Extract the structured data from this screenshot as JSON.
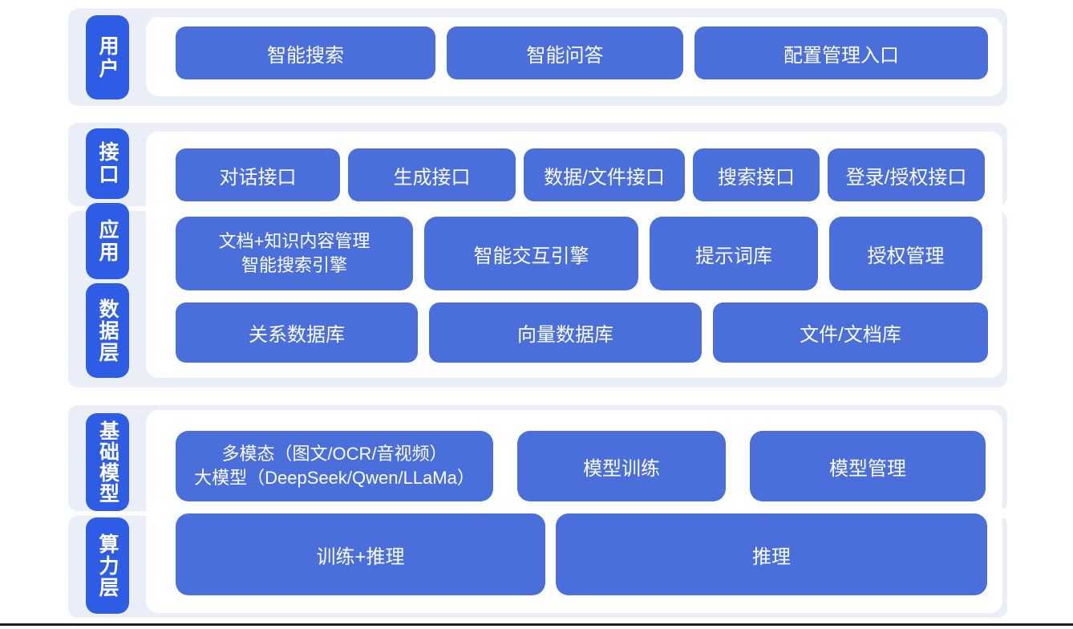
{
  "colors": {
    "page_bg": "#FFFFFF",
    "band_bg": "#EAEFF7",
    "panel_white": "#FFFFFF",
    "label_blue": "#2F5CE5",
    "button_blue": "#4A6FDB",
    "text_white": "#FFFFFF",
    "bottom_line": "#1C1C1E"
  },
  "bands": [
    {
      "name": "user-layer",
      "labels": [
        {
          "text": "用户"
        }
      ],
      "rows": [
        {
          "buttons": [
            {
              "label": "智能搜索"
            },
            {
              "label": "智能问答"
            },
            {
              "label": "配置管理入口"
            }
          ]
        }
      ]
    },
    {
      "name": "interface-application-data-layer",
      "labels": [
        {
          "text": "接口"
        },
        {
          "text": "应用"
        },
        {
          "text": "数据层"
        }
      ],
      "rows": [
        {
          "buttons": [
            {
              "label": "对话接口"
            },
            {
              "label": "生成接口"
            },
            {
              "label": "数据/文件接口"
            },
            {
              "label": "搜索接口"
            },
            {
              "label": "登录/授权接口"
            }
          ]
        },
        {
          "buttons": [
            {
              "lines": [
                "文档+知识内容管理",
                "智能搜索引擎"
              ]
            },
            {
              "label": "智能交互引擎"
            },
            {
              "label": "提示词库"
            },
            {
              "label": "授权管理"
            }
          ]
        },
        {
          "buttons": [
            {
              "label": "关系数据库"
            },
            {
              "label": "向量数据库"
            },
            {
              "label": "文件/文档库"
            }
          ]
        }
      ]
    },
    {
      "name": "foundation-model-compute-layer",
      "labels": [
        {
          "text": "基础模型"
        },
        {
          "text": "算力层"
        }
      ],
      "rows": [
        {
          "buttons": [
            {
              "lines": [
                "多模态（图文/OCR/音视频）",
                "大模型（DeepSeek/Qwen/LLaMa）"
              ]
            },
            {
              "label": "模型训练"
            },
            {
              "label": "模型管理"
            }
          ]
        },
        {
          "buttons": [
            {
              "label": "训练+推理"
            },
            {
              "label": "推理"
            }
          ]
        }
      ]
    }
  ]
}
